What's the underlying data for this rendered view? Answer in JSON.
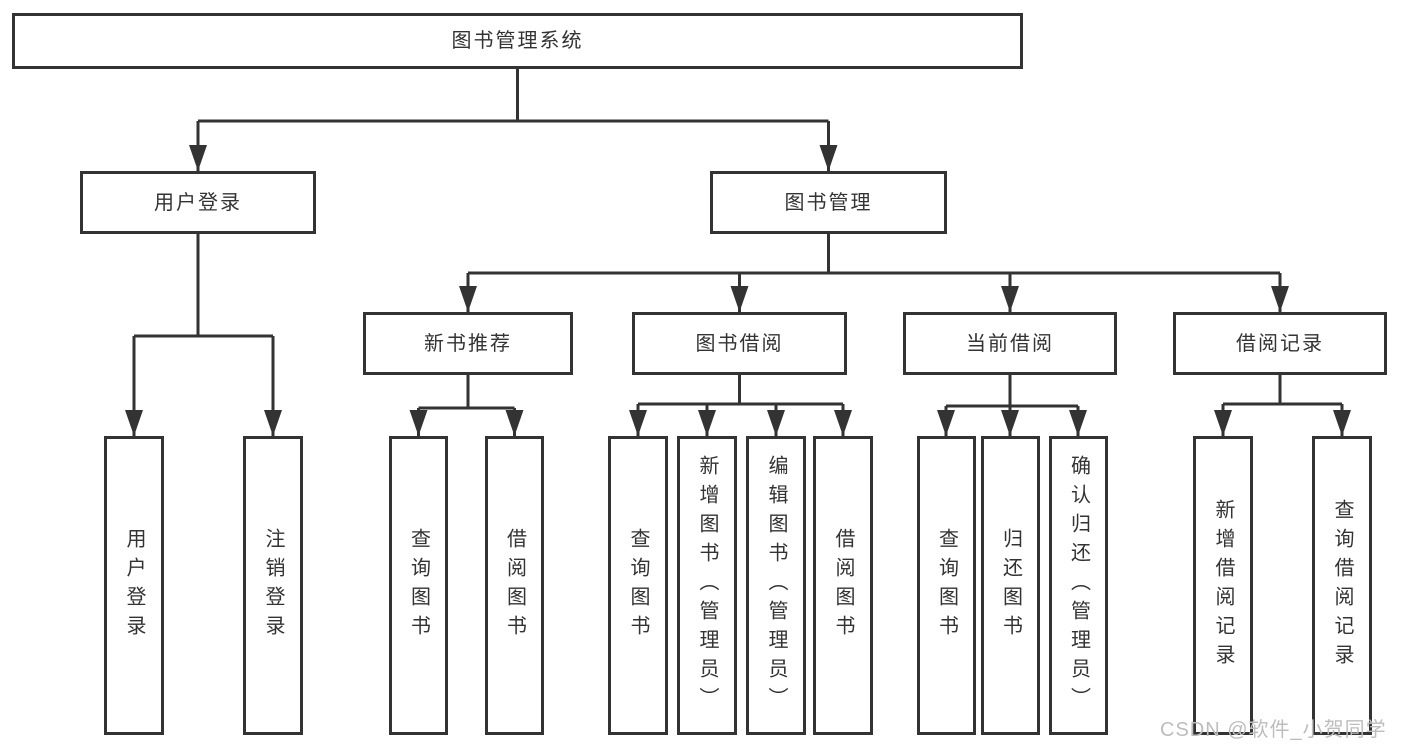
{
  "diagram_type": "hierarchy-tree",
  "tree": {
    "label": "图书管理系统",
    "children": [
      {
        "label": "用户登录",
        "children": [
          {
            "label": "用户登录"
          },
          {
            "label": "注销登录"
          }
        ]
      },
      {
        "label": "图书管理",
        "children": [
          {
            "label": "新书推荐",
            "children": [
              {
                "label": "查询图书"
              },
              {
                "label": "借阅图书"
              }
            ]
          },
          {
            "label": "图书借阅",
            "children": [
              {
                "label": "查询图书"
              },
              {
                "label": "新增图书（管理员）"
              },
              {
                "label": "编辑图书（管理员）"
              },
              {
                "label": "借阅图书"
              }
            ]
          },
          {
            "label": "当前借阅",
            "children": [
              {
                "label": "查询图书"
              },
              {
                "label": "归还图书"
              },
              {
                "label": "确认归还（管理员）"
              }
            ]
          },
          {
            "label": "借阅记录",
            "children": [
              {
                "label": "新增借阅记录"
              },
              {
                "label": "查询借阅记录"
              }
            ]
          }
        ]
      }
    ]
  },
  "watermark": {
    "text": "CSDN @软件_小贺同学"
  },
  "colors": {
    "line": "#333333",
    "box_border": "#333333",
    "text": "#333333",
    "watermark": "#bdbdbd",
    "background": "#ffffff"
  }
}
